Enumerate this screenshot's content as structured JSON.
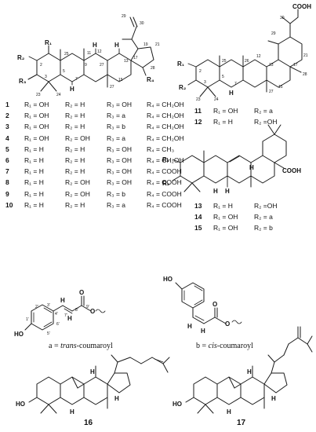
{
  "figure": {
    "table_left": [
      {
        "id": "1",
        "r1": "R₁ = OH",
        "r2": "R₂ = H",
        "r3": "R₃ = OH",
        "r4": "R₄ = CH₂OH"
      },
      {
        "id": "2",
        "r1": "R₁ = OH",
        "r2": "R₂ = H",
        "r3": "R₃ = a",
        "r4": "R₄ = CH₂OH"
      },
      {
        "id": "3",
        "r1": "R₁ = OH",
        "r2": "R₂ = H",
        "r3": "R₃ = b",
        "r4": "R₄ = CH₂OH"
      },
      {
        "id": "4",
        "r1": "R₁ = OH",
        "r2": "R₂ = OH",
        "r3": "R₃ = a",
        "r4": "R₄ = CH₂OH"
      },
      {
        "id": "5",
        "r1": "R₁ = H",
        "r2": "R₂ = H",
        "r3": "R₃ = OH",
        "r4": "R₄ = CH₃"
      },
      {
        "id": "6",
        "r1": "R₁ = H",
        "r2": "R₂ = H",
        "r3": "R₃ = OH",
        "r4": "R₄ = CH₂OH"
      },
      {
        "id": "7",
        "r1": "R₁ = H",
        "r2": "R₂ = H",
        "r3": "R₃ = OH",
        "r4": "R₄ = COOH"
      },
      {
        "id": "8",
        "r1": "R₁ = H",
        "r2": "R₂ = OH",
        "r3": "R₃ = OH",
        "r4": "R₄ = COOH"
      },
      {
        "id": "9",
        "r1": "R₁ = H",
        "r2": "R₂ = OH",
        "r3": "R₃ = b",
        "r4": "R₄ = COOH"
      },
      {
        "id": "10",
        "r1": "R₁ = H",
        "r2": "R₂ = H",
        "r3": "R₃ = a",
        "r4": "R₄ = COOH"
      }
    ],
    "table_11_12": [
      {
        "id": "11",
        "r1": "R₁ = OH",
        "r2": "R₂ = a"
      },
      {
        "id": "12",
        "r1": "R₁ = H",
        "r2": "R₂ =OH"
      }
    ],
    "table_13_15": [
      {
        "id": "13",
        "r1": "R₁ = H",
        "r2": "R₂ =OH"
      },
      {
        "id": "14",
        "r1": "R₁ = OH",
        "r2": "R₂ = a"
      },
      {
        "id": "15",
        "r1": "R₁ = OH",
        "r2": "R₂ = b"
      }
    ],
    "coumaroyl_a": {
      "prefix": "a = ",
      "name": "trans",
      "suffix": "-coumaroyl"
    },
    "coumaroyl_b": {
      "prefix": "b = ",
      "name": "cis",
      "suffix": "-coumaroyl"
    },
    "compound_16": "16",
    "compound_17": "17",
    "atoms": {
      "oh": "OH",
      "ho": "HO",
      "h": "H",
      "o": "O",
      "cooh": "COOH",
      "r1": "R₁",
      "r2": "R₂",
      "r3": "R₃",
      "r4": "R₄"
    }
  }
}
